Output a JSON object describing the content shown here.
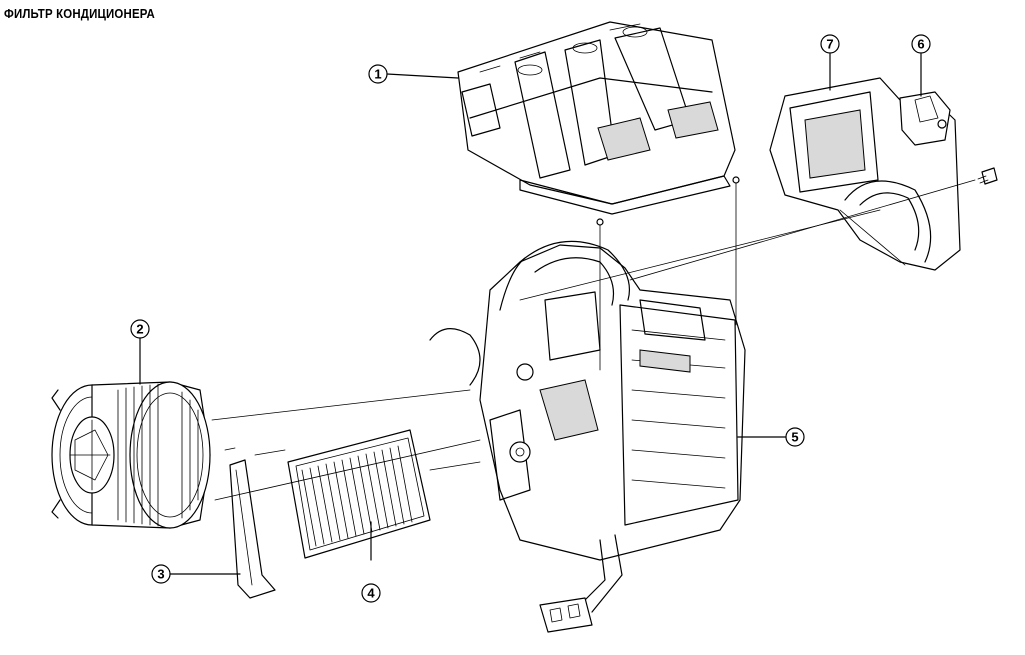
{
  "title": "ФИЛЬТР КОНДИЦИОНЕРА",
  "callouts": [
    {
      "id": "1",
      "label": "1"
    },
    {
      "id": "2",
      "label": "2"
    },
    {
      "id": "3",
      "label": "3"
    },
    {
      "id": "4",
      "label": "4"
    },
    {
      "id": "5",
      "label": "5"
    },
    {
      "id": "6",
      "label": "6"
    },
    {
      "id": "7",
      "label": "7"
    }
  ]
}
